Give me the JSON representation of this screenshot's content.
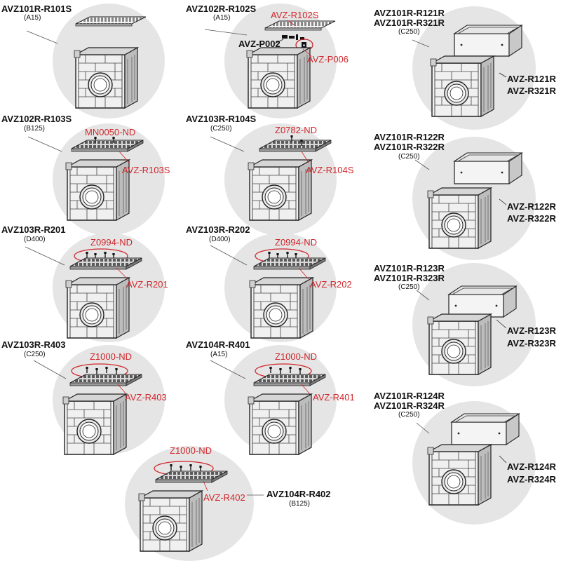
{
  "colors": {
    "background": "#ffffff",
    "bubble": "#e5e5e5",
    "accent": "#d0262b",
    "drawing": "#222222"
  },
  "drawing_icons": [
    "drain-box-icon",
    "grate-icon",
    "extension-frame-icon",
    "bolt-icon"
  ],
  "products": [
    {
      "code": "AVZ101R-R101S",
      "class": "(A15)",
      "callouts": []
    },
    {
      "code": "AVZ102R-R102S",
      "class": "(A15)",
      "callouts": [
        "AVZ-R102S",
        "AVZ-P002",
        "AVZ-P006"
      ]
    },
    {
      "code": "AVZ102R-R103S",
      "class": "(B125)",
      "callouts": [
        "MN0050-ND",
        "AVZ-R103S"
      ]
    },
    {
      "code": "AVZ103R-R104S",
      "class": "(C250)",
      "callouts": [
        "Z0782-ND",
        "AVZ-R104S"
      ]
    },
    {
      "code": "AVZ103R-R201",
      "class": "(D400)",
      "callouts": [
        "Z0994-ND",
        "AVZ-R201"
      ]
    },
    {
      "code": "AVZ103R-R202",
      "class": "(D400)",
      "callouts": [
        "Z0994-ND",
        "AVZ-R202"
      ]
    },
    {
      "code": "AVZ103R-R403",
      "class": "(C250)",
      "callouts": [
        "Z1000-ND",
        "AVZ-R403"
      ]
    },
    {
      "code": "AVZ104R-R401",
      "class": "(A15)",
      "callouts": [
        "Z1000-ND",
        "AVZ-R401"
      ]
    },
    {
      "code": "AVZ104R-R402",
      "class": "(B125)",
      "callouts": [
        "Z1000-ND",
        "AVZ-R402"
      ]
    },
    {
      "code": [
        "AVZ101R-R121R",
        "AVZ101R-R321R"
      ],
      "class": "(C250)",
      "callouts": [
        "AVZ-R121R",
        "AVZ-R321R"
      ]
    },
    {
      "code": [
        "AVZ101R-R122R",
        "AVZ101R-R322R"
      ],
      "class": "(C250)",
      "callouts": [
        "AVZ-R122R",
        "AVZ-R322R"
      ]
    },
    {
      "code": [
        "AVZ101R-R123R",
        "AVZ101R-R323R"
      ],
      "class": "(C250)",
      "callouts": [
        "AVZ-R123R",
        "AVZ-R323R"
      ]
    },
    {
      "code": [
        "AVZ101R-R124R",
        "AVZ101R-R324R"
      ],
      "class": "(C250)",
      "callouts": [
        "AVZ-R124R",
        "AVZ-R324R"
      ]
    }
  ]
}
